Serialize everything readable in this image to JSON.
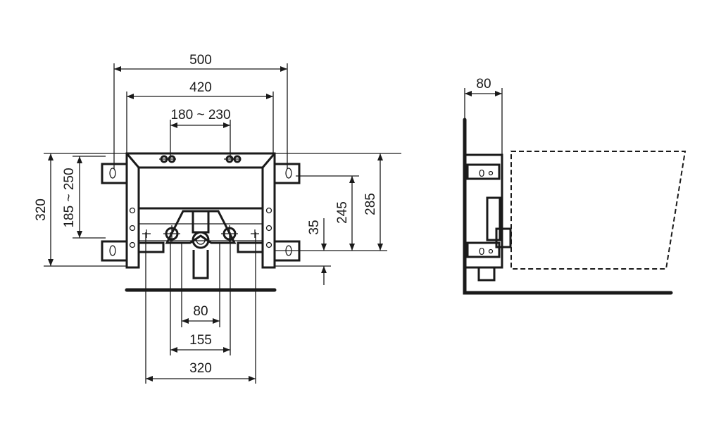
{
  "front_view": {
    "dimensions": {
      "overall_width": "500",
      "frame_width": "420",
      "top_connection_range": "180 ~ 230",
      "overall_height": "320",
      "bracket_spacing_range": "185 ~ 250",
      "height_285": "285",
      "height_245": "245",
      "height_35": "35",
      "bottom_80": "80",
      "bottom_155": "155",
      "bottom_320": "320"
    }
  },
  "side_view": {
    "dimensions": {
      "depth": "80"
    }
  },
  "colors": {
    "line": "#1a1a1a",
    "background": "#ffffff"
  }
}
